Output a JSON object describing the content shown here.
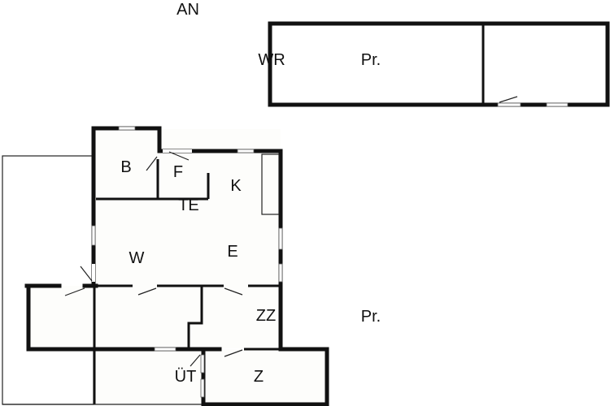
{
  "plan": {
    "labels": {
      "an": "AN",
      "wr": "WR",
      "pr_top": "Pr.",
      "b": "B",
      "f": "F",
      "k": "K",
      "te": "TE",
      "w": "W",
      "e": "E",
      "zz": "ZZ",
      "pr_bottom": "Pr.",
      "ut": "ÜT",
      "z": "Z"
    },
    "colors": {
      "wall": "#111111",
      "floor": "#fdfdfb"
    }
  }
}
